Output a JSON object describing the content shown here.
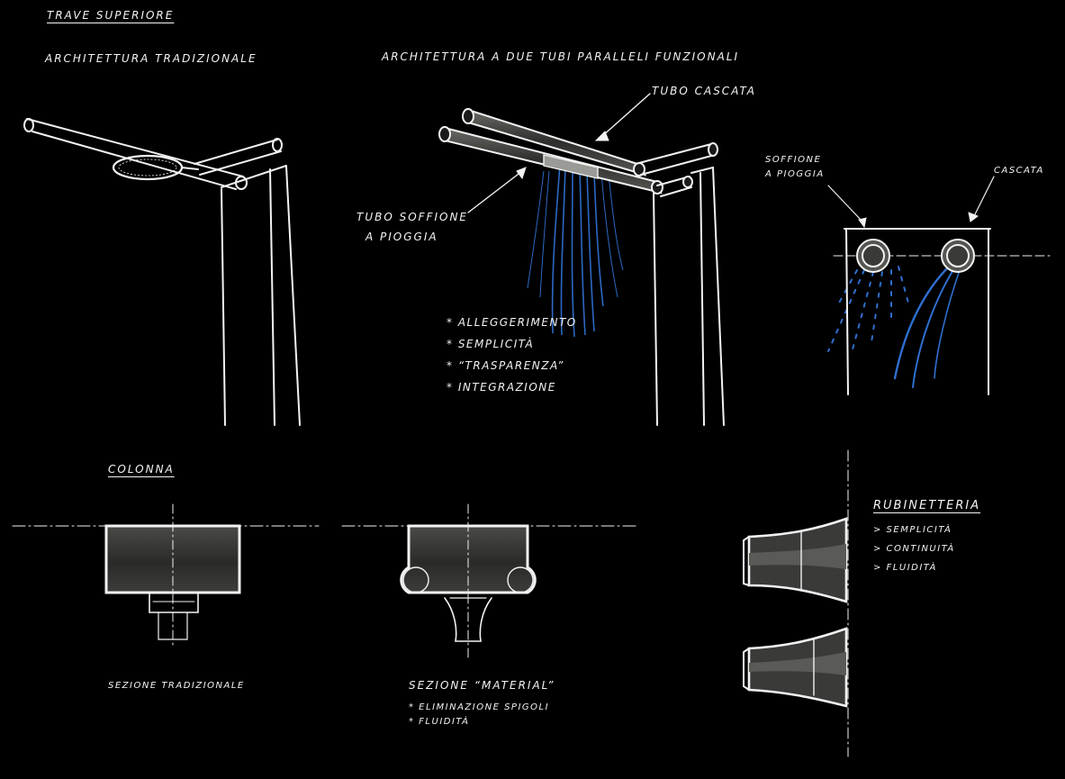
{
  "colors": {
    "background": "#000000",
    "line": "#f2f2f2",
    "water": "#2f6fd0",
    "fill": "#3a3a38"
  },
  "sections": {
    "trave": {
      "title": "TRAVE SUPERIORE"
    },
    "traditional": {
      "title": "ARCHITETTURA TRADIZIONALE"
    },
    "parallel": {
      "title": "ARCHITETTURA A DUE TUBI PARALLELI FUNZIONALI",
      "tubo_cascata": "TUBO CASCATA",
      "tubo_soffione_line1": "TUBO SOFFIONE",
      "tubo_soffione_line2": "A PIOGGIA",
      "benefits": [
        "* ALLEGGERIMENTO",
        "* SEMPLICITÀ",
        "* “TRASPARENZA”",
        "* INTEGRAZIONE"
      ]
    },
    "detail": {
      "soffione_line1": "SOFFIONE",
      "soffione_line2": "A PIOGGIA",
      "cascata": "CASCATA"
    },
    "colonna": {
      "title": "COLONNA",
      "sezione_tradizionale": "SEZIONE TRADIZIONALE",
      "sezione_material": "SEZIONE “MATERIAL”",
      "material_notes": [
        "* ELIMINAZIONE SPIGOLI",
        "* FLUIDITÀ"
      ]
    },
    "rubinetteria": {
      "title": "RUBINETTERIA",
      "items": [
        "> SEMPLICITÀ",
        "> CONTINUITÀ",
        "> FLUIDITÀ"
      ]
    }
  }
}
